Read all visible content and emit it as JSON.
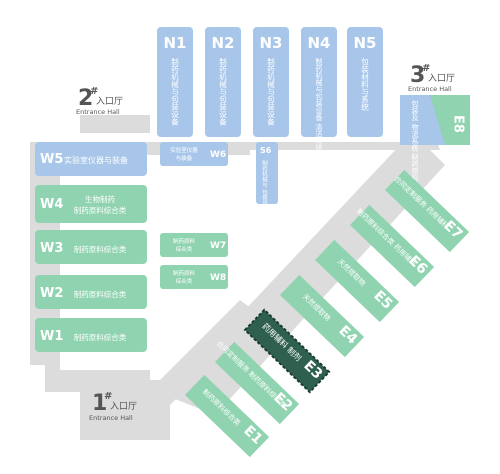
{
  "colors": {
    "blue": "#a7c6ea",
    "blue_text": "#ffffff",
    "blue_label": "#7ea5d6",
    "green": "#8fd3b0",
    "green_text": "#ffffff",
    "green_label": "#5bb58c",
    "corridor": "#dcdcdc",
    "hall_text": "#555555",
    "highlight": "#2f5f4f",
    "highlight_border": "#1a3a30"
  },
  "halls_north": [
    {
      "code": "N1",
      "label": "制药机械与包装设备"
    },
    {
      "code": "N2",
      "label": "制药机械与包装设备"
    },
    {
      "code": "N3",
      "label": "制药机械与包装设备"
    },
    {
      "code": "N4",
      "label": "制药机械与包装设备 清洁与环保"
    },
    {
      "code": "N5",
      "label": "包装材料与系统"
    }
  ],
  "halls_west": [
    {
      "code": "W5",
      "label": "实验室仪器与装备",
      "color": "blue"
    },
    {
      "code": "W4",
      "label": "生物制药 制药原料综合类",
      "color": "green"
    },
    {
      "code": "W3",
      "label": "制药原料综合类",
      "color": "green"
    },
    {
      "code": "W2",
      "label": "制药原料综合类",
      "color": "green"
    },
    {
      "code": "W1",
      "label": "制药原料综合类",
      "color": "green"
    }
  ],
  "halls_small": [
    {
      "code": "W6",
      "label": "实验室仪器 与装备",
      "color": "blue"
    },
    {
      "code": "W7",
      "label": "制药原料 综合类",
      "color": "green"
    },
    {
      "code": "W8",
      "label": "制药原料 综合类",
      "color": "green"
    }
  ],
  "hall_s6": {
    "code": "S6",
    "label": "制药机械与 包装设备"
  },
  "halls_east": [
    {
      "code": "E1",
      "label": "制药原料综合类"
    },
    {
      "code": "E2",
      "label": "合同定制服务 制药原料综合类"
    },
    {
      "code": "E3",
      "label": "药用辅料 制剂",
      "highlight": true
    },
    {
      "code": "E4",
      "label": "天然提取物"
    },
    {
      "code": "E5",
      "label": "天然提取物"
    },
    {
      "code": "E6",
      "label": "制药原料综合类 药用辅料"
    },
    {
      "code": "E7",
      "label": "合同定制服务 药用辅料"
    }
  ],
  "hall_e8": {
    "code": "E8",
    "label": "包装及 物流系统 制药原料 综合类"
  },
  "entrances": [
    {
      "num": "1",
      "cn": "入口厅",
      "en": "Entrance Hall"
    },
    {
      "num": "2",
      "cn": "入口厅",
      "en": "Entrance Hall"
    },
    {
      "num": "3",
      "cn": "入口厅",
      "en": "Entrance Hall"
    }
  ]
}
